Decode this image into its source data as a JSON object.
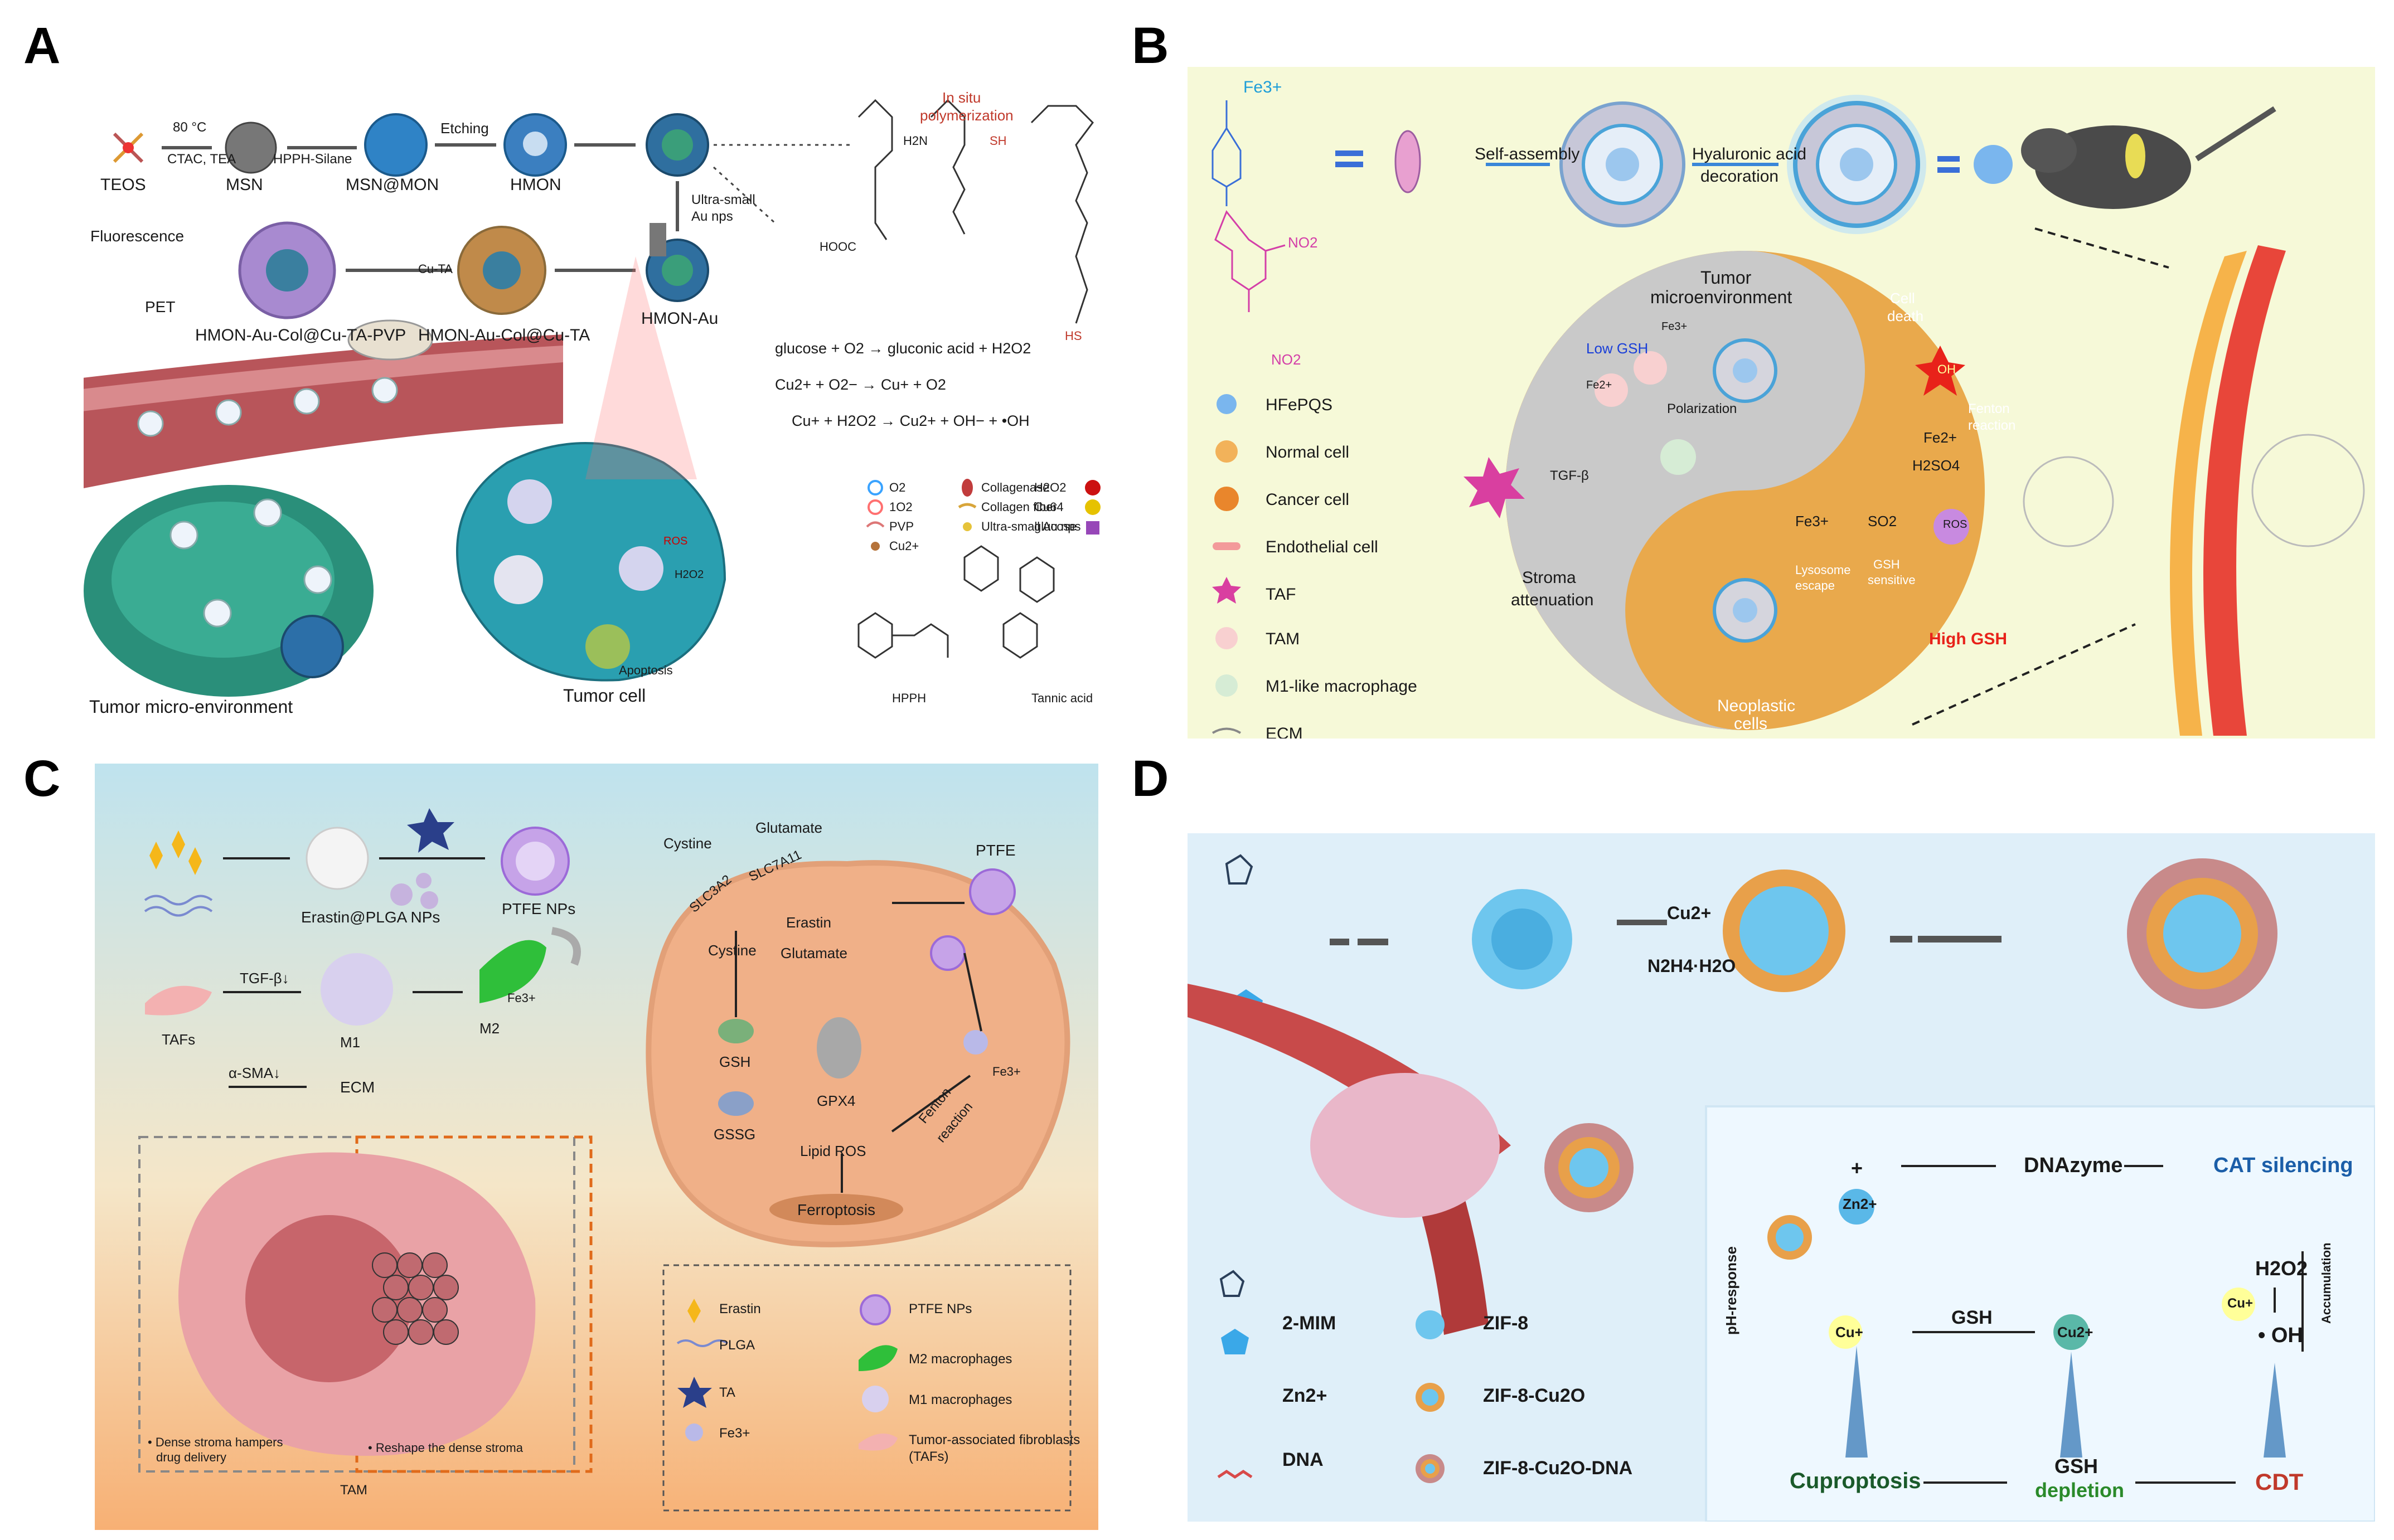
{
  "panels": {
    "A": {
      "label": "A",
      "synthesis": [
        "TEOS",
        "MSN",
        "MSN@MON",
        "HMON",
        "HMON-Au",
        "HMON-Au-Col@Cu-TA",
        "HMON-Au-Col@Cu-TA-PVP"
      ],
      "steps": [
        "80 °C",
        "CTAC, TEA",
        "HPPH-Silane",
        "Etching",
        "Ultra-small",
        "Au nps",
        "Cu-TA",
        "In situ",
        "polymerization"
      ],
      "imaging": [
        "Fluorescence",
        "PET"
      ],
      "small_labels": [
        "HOOC",
        "H2N",
        "SH",
        "HS",
        "ROS",
        "H2O2",
        "Apoptosis",
        "HPPH",
        "Tannic acid"
      ],
      "equations": [
        "glucose + O2 → gluconic acid + H2O2",
        "Cu2+ + O2− → Cu+ + O2",
        "Cu+ + H2O2 → Cu2+ + OH− + •OH"
      ],
      "legend": [
        "O2",
        "1O2",
        "PVP",
        "Cu2+",
        "Collagenase",
        "Collagen fiber",
        "Ultra-small Au nps",
        "H2O2",
        "Cu64",
        "glucose"
      ],
      "captions": [
        "Tumor micro-environment",
        "Tumor cell"
      ]
    },
    "B": {
      "label": "B",
      "top": [
        "Fe3+",
        "Self-assembly",
        "Hyaluronic acid",
        "decoration"
      ],
      "chem": [
        "NO2",
        "NO2"
      ],
      "yin_yang": [
        "Tumor",
        "microenvironment",
        "Low GSH",
        "Fe3+",
        "Fe2+",
        "Polarization",
        "TGF-β",
        "Stroma",
        "attenuation",
        "Cell",
        "death",
        "OH",
        "Fenton",
        "reaction",
        "Fe2+",
        "H2SO4",
        "Fe3+",
        "SO2",
        "ROS",
        "Lysosome",
        "escape",
        "GSH",
        "sensitive",
        "High GSH",
        "Neoplastic",
        "cells"
      ],
      "legend": [
        "HFePQS",
        "Normal cell",
        "Cancer cell",
        "Endothelial cell",
        "TAF",
        "TAM",
        "M1-like macrophage",
        "ECM"
      ]
    },
    "C": {
      "label": "C",
      "flow": [
        "Erastin@PLGA NPs",
        "PTFE NPs",
        "TGF-β↓",
        "TAFs",
        "M1",
        "M2",
        "Fe3+",
        "α-SMA↓",
        "ECM"
      ],
      "cell": [
        "Cystine",
        "Glutamate",
        "SLC3A2",
        "SLC7A11",
        "Erastin",
        "Cystine",
        "Glutamate",
        "GSH",
        "GPX4",
        "GSSG",
        "Lipid ROS",
        "Fenton",
        "reaction",
        "Fe3+",
        "Ferroptosis",
        "PTFE"
      ],
      "notes": [
        "• Dense stroma hampers",
        "drug delivery",
        "• Reshape the dense stroma",
        "TAM"
      ],
      "legend": [
        "Erastin",
        "PLGA",
        "TA",
        "Fe3+",
        "PTFE NPs",
        "M2 macrophages",
        "M1 macrophages",
        "Tumor-associated fibroblasts",
        "(TAFs)"
      ]
    },
    "D": {
      "label": "D",
      "top": [
        "Cu2+",
        "N2H4·H2O"
      ],
      "legend": [
        "2-MIM",
        "Zn2+",
        "DNA",
        "ZIF-8",
        "ZIF-8-Cu2O",
        "ZIF-8-Cu2O-DNA"
      ],
      "mech": [
        "pH-response",
        "+",
        "Zn2+",
        "DNAzyme",
        "CAT silencing",
        "H2O2",
        "Accumulation",
        "Cu+",
        "• OH",
        "GSH",
        "Cu2+",
        "Cu+",
        "Cuproptosis",
        "GSH",
        "depletion",
        "CDT"
      ]
    }
  }
}
